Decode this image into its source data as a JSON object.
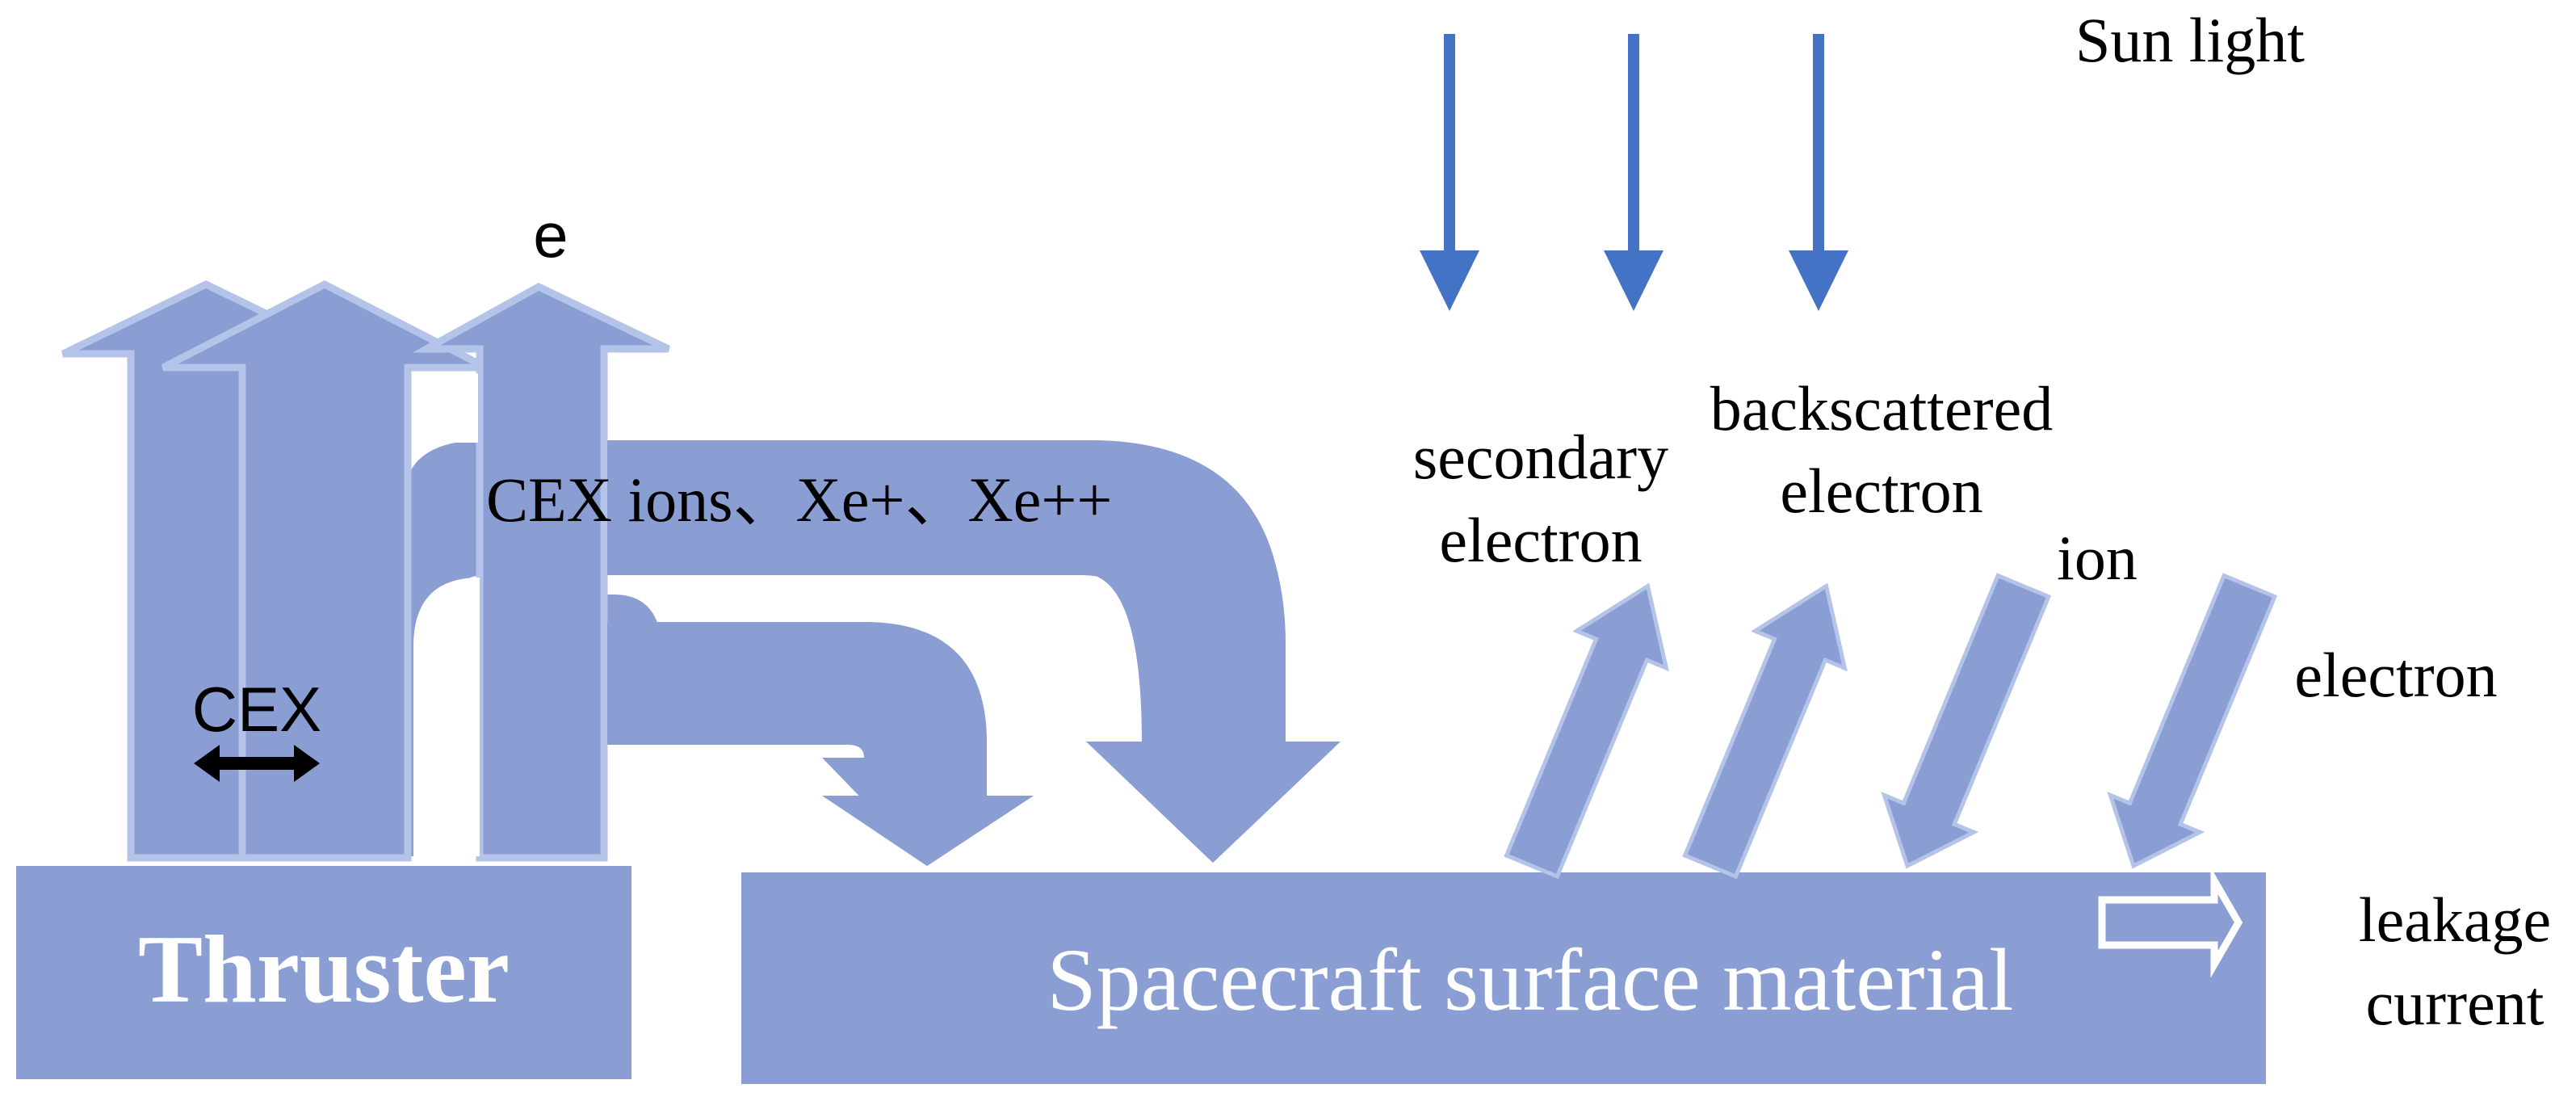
{
  "colors": {
    "fill": "#8b9ed3",
    "outline": "#b4c3e8",
    "sunlight": "#4472c4",
    "dark_arrow": "#000000",
    "inner_text": "#ffffff"
  },
  "blocks": {
    "thruster": "Thruster",
    "surface": "Spacecraft surface material"
  },
  "labels": {
    "electron_top": "e",
    "cex": "CEX",
    "cex_ions": "CEX ions、Xe+、Xe++",
    "sunlight": "Sun light",
    "secondary_line1": "secondary",
    "secondary_line2": "electron",
    "backscattered_line1": "backscattered",
    "backscattered_line2": "electron",
    "ion": "ion",
    "electron": "electron",
    "leakage_line1": "leakage",
    "leakage_line2": "current"
  },
  "icons": {
    "sunlight_arrows": "down-arrow-icon",
    "cex_exchange": "double-arrow-icon",
    "leakage": "right-hollow-arrow-icon"
  }
}
